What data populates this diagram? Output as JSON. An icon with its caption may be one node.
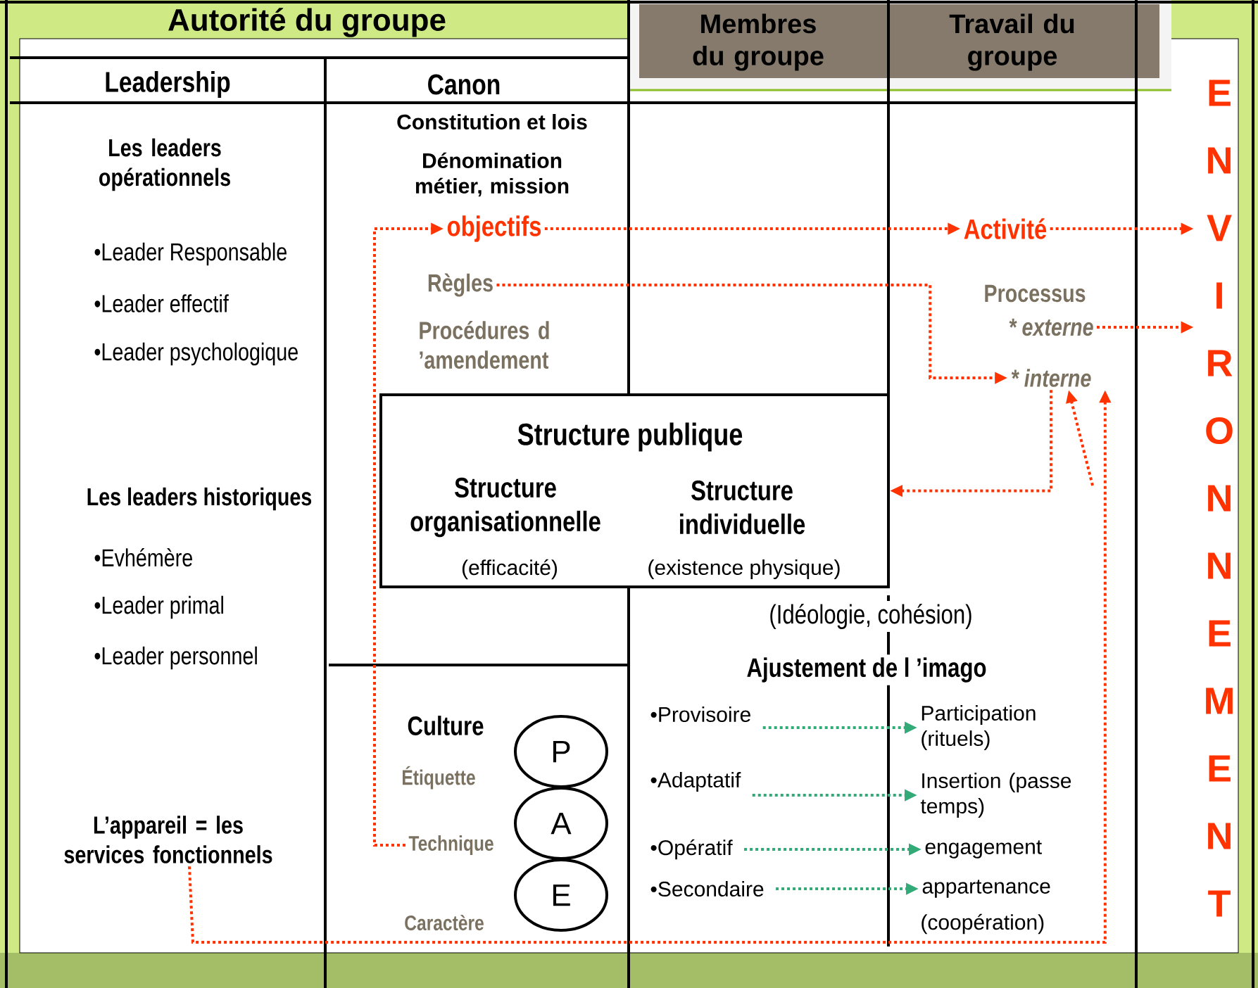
{
  "diagram": {
    "nodes": [
      {
        "text": [
          "objectifs"
        ]
      },
      {
        "text": [
          "Règles"
        ]
      },
      {
        "text": [
          "Activité"
        ]
      },
      {
        "text": [
          "* externe"
        ]
      },
      {
        "text": [
          "* interne"
        ]
      },
      {
        "text": [
          "E N V I R O N N E M E N T"
        ]
      },
      {
        "text": [
          "Structure publique",
          "Structure organisationnelle",
          "(efficacité)",
          "Structure individuelle",
          "(existence physique)"
        ]
      },
      {
        "text": [
          "L’appareil = les services fonctionnels"
        ]
      },
      {
        "text": [
          "Technique"
        ]
      },
      {
        "text": [
          "P"
        ]
      },
      {
        "text": [
          "A"
        ]
      },
      {
        "text": [
          "E"
        ]
      },
      {
        "text": [
          "•Provisoire"
        ]
      },
      {
        "text": [
          "Participation (rituels)"
        ]
      },
      {
        "text": [
          "•Adaptatif"
        ]
      },
      {
        "text": [
          "Insertion (passe temps)"
        ]
      },
      {
        "text": [
          "•Opératif"
        ]
      },
      {
        "text": [
          "engagement"
        ]
      },
      {
        "text": [
          "•Secondaire"
        ]
      },
      {
        "text": [
          "appartenance"
        ]
      }
    ],
    "edges": [
      {
        "from": 8,
        "to": 0,
        "arrow": "to"
      },
      {
        "from": 0,
        "to": 2,
        "arrow": "to"
      },
      {
        "from": 2,
        "to": 5,
        "arrow": "to"
      },
      {
        "from": 1,
        "to": 4,
        "arrow": "to"
      },
      {
        "from": 3,
        "to": 5,
        "arrow": "to"
      },
      {
        "from": 4,
        "to": 6,
        "arrow": "to"
      },
      {
        "from": 7,
        "to": 4,
        "arrow": "to"
      },
      {
        "from": null,
        "to": 4,
        "arrow": "to"
      },
      {
        "from": 12,
        "to": 13,
        "arrow": "to",
        "color": "#33aa77"
      },
      {
        "from": 14,
        "to": 15,
        "arrow": "to",
        "color": "#33aa77"
      },
      {
        "from": 16,
        "to": 17,
        "arrow": "to",
        "color": "#33aa77"
      },
      {
        "from": 18,
        "to": 19,
        "arrow": "to",
        "color": "#33aa77"
      }
    ],
    "labels": [
      "Autorité du groupe",
      "Leadership",
      "Canon",
      "Membres du groupe",
      "Travail du groupe",
      "Les leaders opérationnels",
      "•Leader Responsable",
      "•Leader effectif",
      "•Leader psychologique",
      "Les leaders historiques",
      "•Evhémère",
      "•Leader primal",
      "•Leader personnel",
      "Constitution et lois",
      "Dénomination métier, mission",
      "Procédures d ’amendement",
      "Processus",
      "(Idéologie, cohésion)",
      "Ajustement de l ’imago",
      "Culture",
      "Étiquette",
      "Caractère",
      "(coopération)"
    ]
  }
}
